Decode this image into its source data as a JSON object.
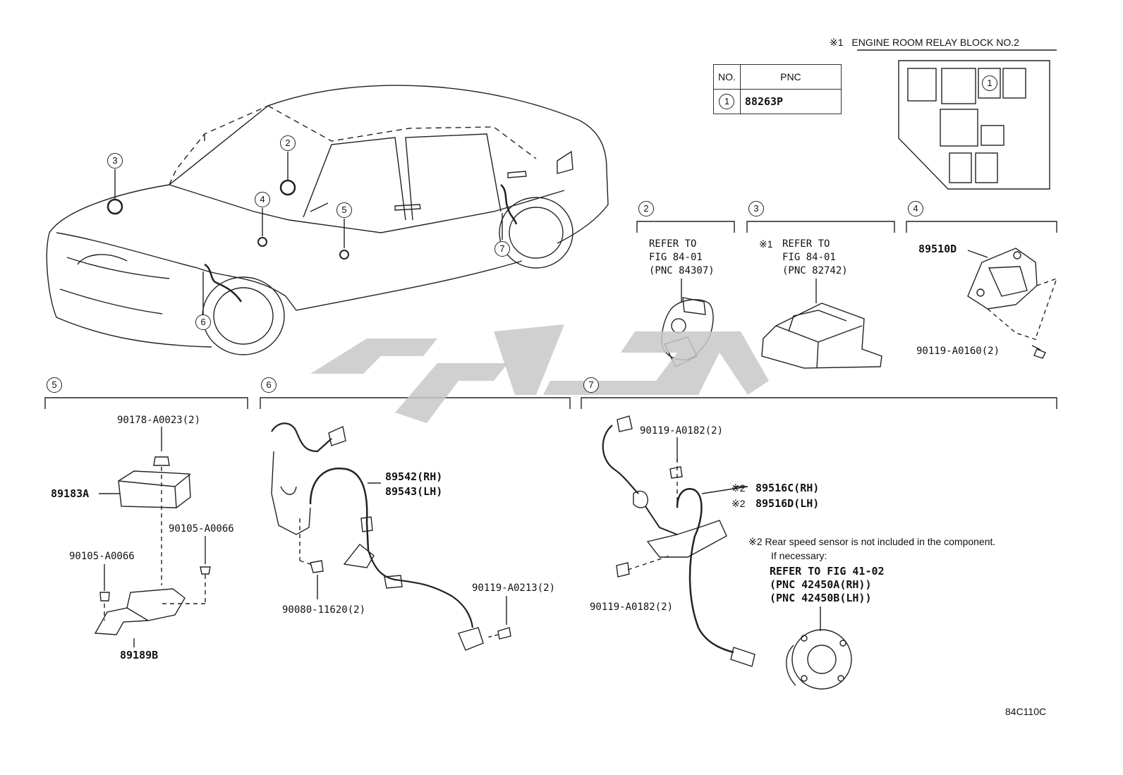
{
  "header": {
    "mark": "※1",
    "relay_block_title": "ENGINE ROOM RELAY BLOCK NO.2",
    "relay_block_marker": "1"
  },
  "pnc_table": {
    "col_no": "NO.",
    "col_pnc": "PNC",
    "rows": [
      {
        "no": "1",
        "pnc": "88263P"
      }
    ]
  },
  "car_callouts": [
    "3",
    "2",
    "4",
    "5",
    "6",
    "7"
  ],
  "sections": {
    "s2": {
      "number": "2",
      "refer_line1": "REFER TO",
      "refer_line2": "FIG 84-01",
      "refer_line3": "(PNC 84307)"
    },
    "s3": {
      "number": "3",
      "mark": "※1",
      "refer_line1": "REFER TO",
      "refer_line2": "FIG 84-01",
      "refer_line3": "(PNC 82742)"
    },
    "s4": {
      "number": "4",
      "part_main": "89510D",
      "part_bolt": "90119-A0160(2)"
    },
    "s5": {
      "number": "5",
      "part_nut_top": "90178-A0023(2)",
      "part_sensor": "89183A",
      "part_bolt_right": "90105-A0066",
      "part_bolt_left": "90105-A0066",
      "part_bracket": "89189B"
    },
    "s6": {
      "number": "6",
      "part_rh": "89542(RH)",
      "part_lh": "89543(LH)",
      "part_bolt_bottom": "90080-11620(2)",
      "part_bolt_right": "90119-A0213(2)"
    },
    "s7": {
      "number": "7",
      "part_bolt_top": "90119-A0182(2)",
      "mark": "※2",
      "part_rh": "89516C(RH)",
      "part_lh": "89516D(LH)",
      "note_line1": "※2 Rear speed sensor is not included in the component.",
      "note_line2": "If necessary:",
      "refer_line1": "REFER TO FIG 41-02",
      "refer_line2": "(PNC 42450A(RH))",
      "refer_line3": "(PNC 42450B(LH))",
      "part_bolt_bottom": "90119-A0182(2)"
    }
  },
  "figure_code": "84C110C"
}
